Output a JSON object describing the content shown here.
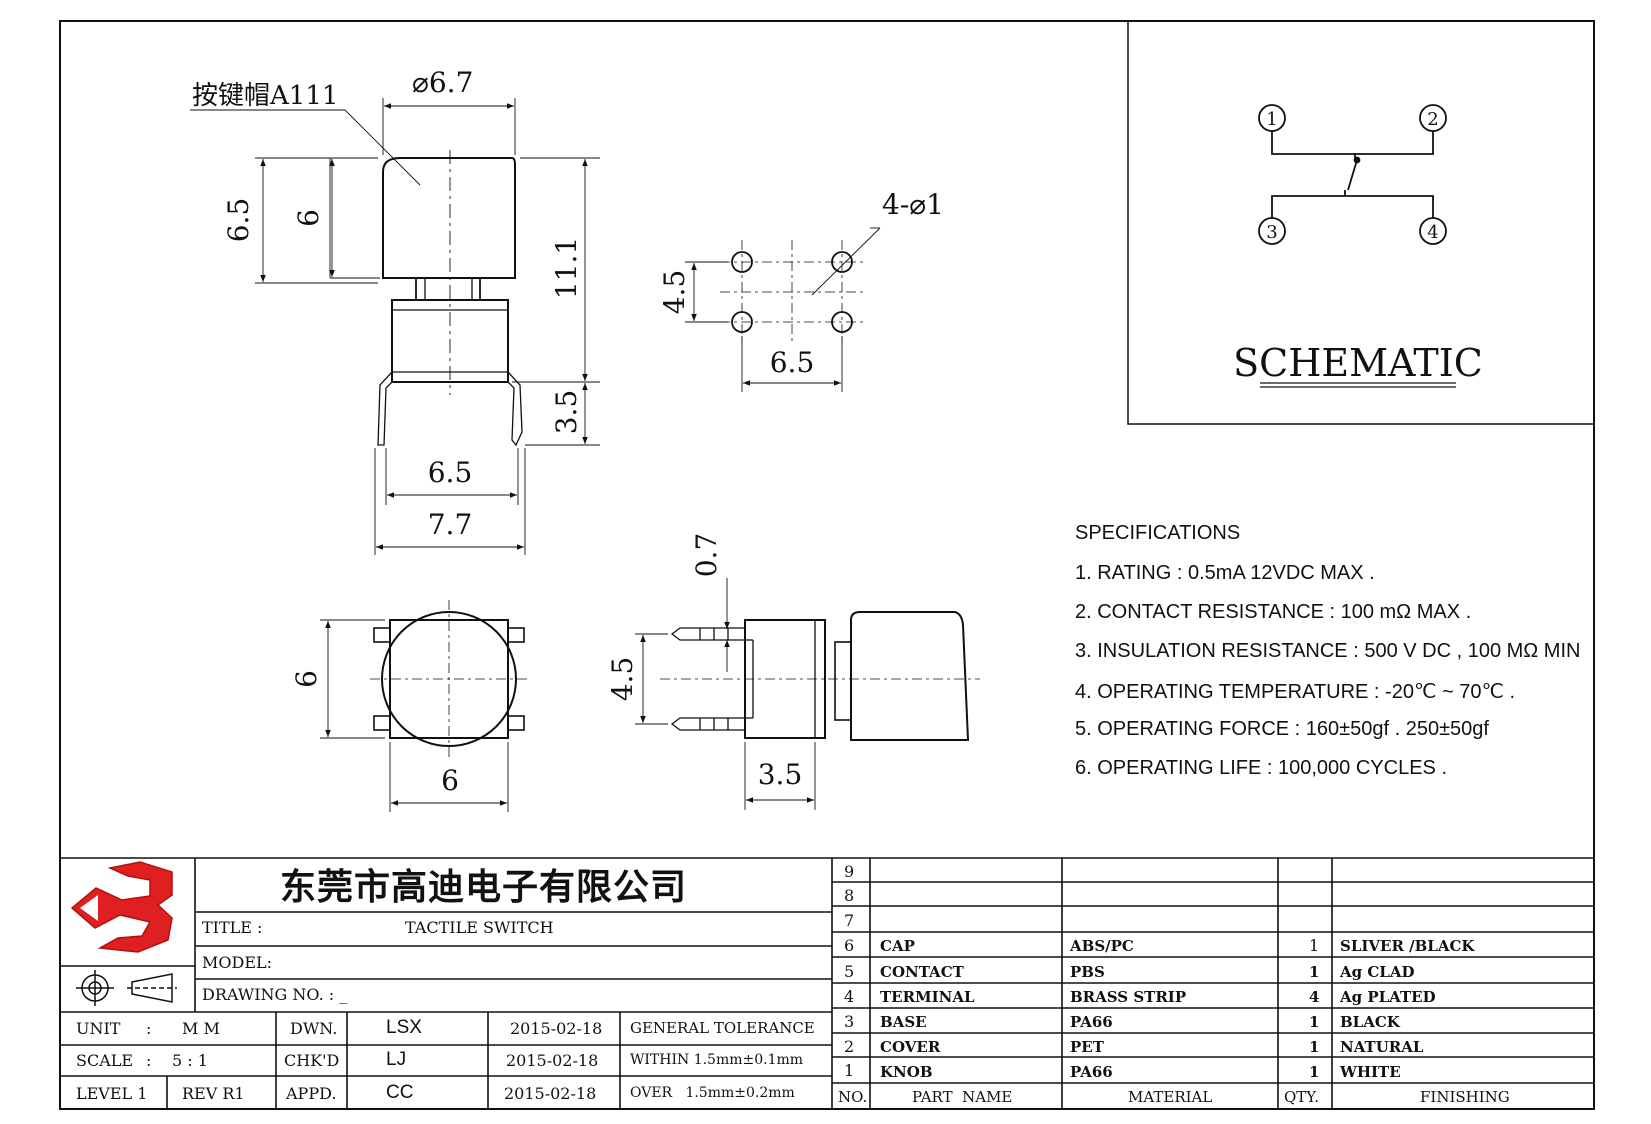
{
  "drawing": {
    "cap_label": "按键帽A111",
    "dims": {
      "cap_dia": "⌀6.7",
      "cap_h": "6.5",
      "cap_body": "6",
      "total_h": "11.1",
      "pin_len": "3.5",
      "pitch_w": "6.5",
      "width": "7.7",
      "hole_spec": "4-⌀1",
      "hole_pitch_v": "4.5",
      "hole_pitch_h": "6.5",
      "top_w": "6",
      "top_h": "6",
      "side_gap": "0.7",
      "side_pitch": "4.5",
      "side_depth": "3.5"
    }
  },
  "schematic": {
    "title": "SCHEMATIC",
    "pins": [
      "1",
      "2",
      "3",
      "4"
    ]
  },
  "specifications": {
    "heading": "SPECIFICATIONS",
    "items": [
      "1. RATING : 0.5mA 12VDC MAX .",
      "2. CONTACT RESISTANCE : 100 mΩ MAX .",
      "3. INSULATION RESISTANCE : 500 V DC , 100 MΩ MIN",
      "4. OPERATING TEMPERATURE : -20℃ ~ 70℃ .",
      "5. OPERATING FORCE : 160±50gf . 250±50gf",
      "6. OPERATING LIFE : 100,000 CYCLES ."
    ]
  },
  "title_block": {
    "company": "东莞市高迪电子有限公司",
    "title_label": "TITLE :",
    "title_value": "TACTILE SWITCH",
    "model_label": "MODEL:",
    "drawing_no_label": "DRAWING NO. : _",
    "unit_label": "UNIT",
    "unit_sep": ":",
    "unit_value": "M M",
    "scale_label": "SCALE",
    "scale_sep": ":",
    "scale_value": "5 : 1",
    "level": "LEVEL 1",
    "rev": "REV  R1",
    "dwn_label": "DWN.",
    "dwn_name": "LSX",
    "dwn_date": "2015-02-18",
    "chk_label": "CHK'D",
    "chk_name": "LJ",
    "chk_date": "2015-02-18",
    "appd_label": "APPD.",
    "appd_name": "CC",
    "appd_date": "2015-02-18",
    "tol_heading": "GENERAL TOLERANCE",
    "tol_within": "WITHIN 1.5mm±0.1mm",
    "tol_over": "OVER   1.5mm±0.2mm"
  },
  "bom": {
    "headers": [
      "NO.",
      "PART  NAME",
      "MATERIAL",
      "QTY.",
      "FINISHING"
    ],
    "rows": [
      {
        "no": "9",
        "part": "",
        "material": "",
        "qty": "",
        "finishing": ""
      },
      {
        "no": "8",
        "part": "",
        "material": "",
        "qty": "",
        "finishing": ""
      },
      {
        "no": "7",
        "part": "",
        "material": "",
        "qty": "",
        "finishing": ""
      },
      {
        "no": "6",
        "part": "CAP",
        "material": "ABS/PC",
        "qty": "1",
        "finishing": "SLIVER /BLACK"
      },
      {
        "no": "5",
        "part": "CONTACT",
        "material": "PBS",
        "qty": "1",
        "finishing": "Ag CLAD"
      },
      {
        "no": "4",
        "part": "TERMINAL",
        "material": "BRASS STRIP",
        "qty": "4",
        "finishing": "Ag PLATED"
      },
      {
        "no": "3",
        "part": "BASE",
        "material": "PA66",
        "qty": "1",
        "finishing": "BLACK"
      },
      {
        "no": "2",
        "part": "COVER",
        "material": "PET",
        "qty": "1",
        "finishing": "NATURAL"
      },
      {
        "no": "1",
        "part": "KNOB",
        "material": "PA66",
        "qty": "1",
        "finishing": "WHITE"
      }
    ]
  },
  "colors": {
    "logo_red": "#e02020",
    "line": "#111111"
  }
}
